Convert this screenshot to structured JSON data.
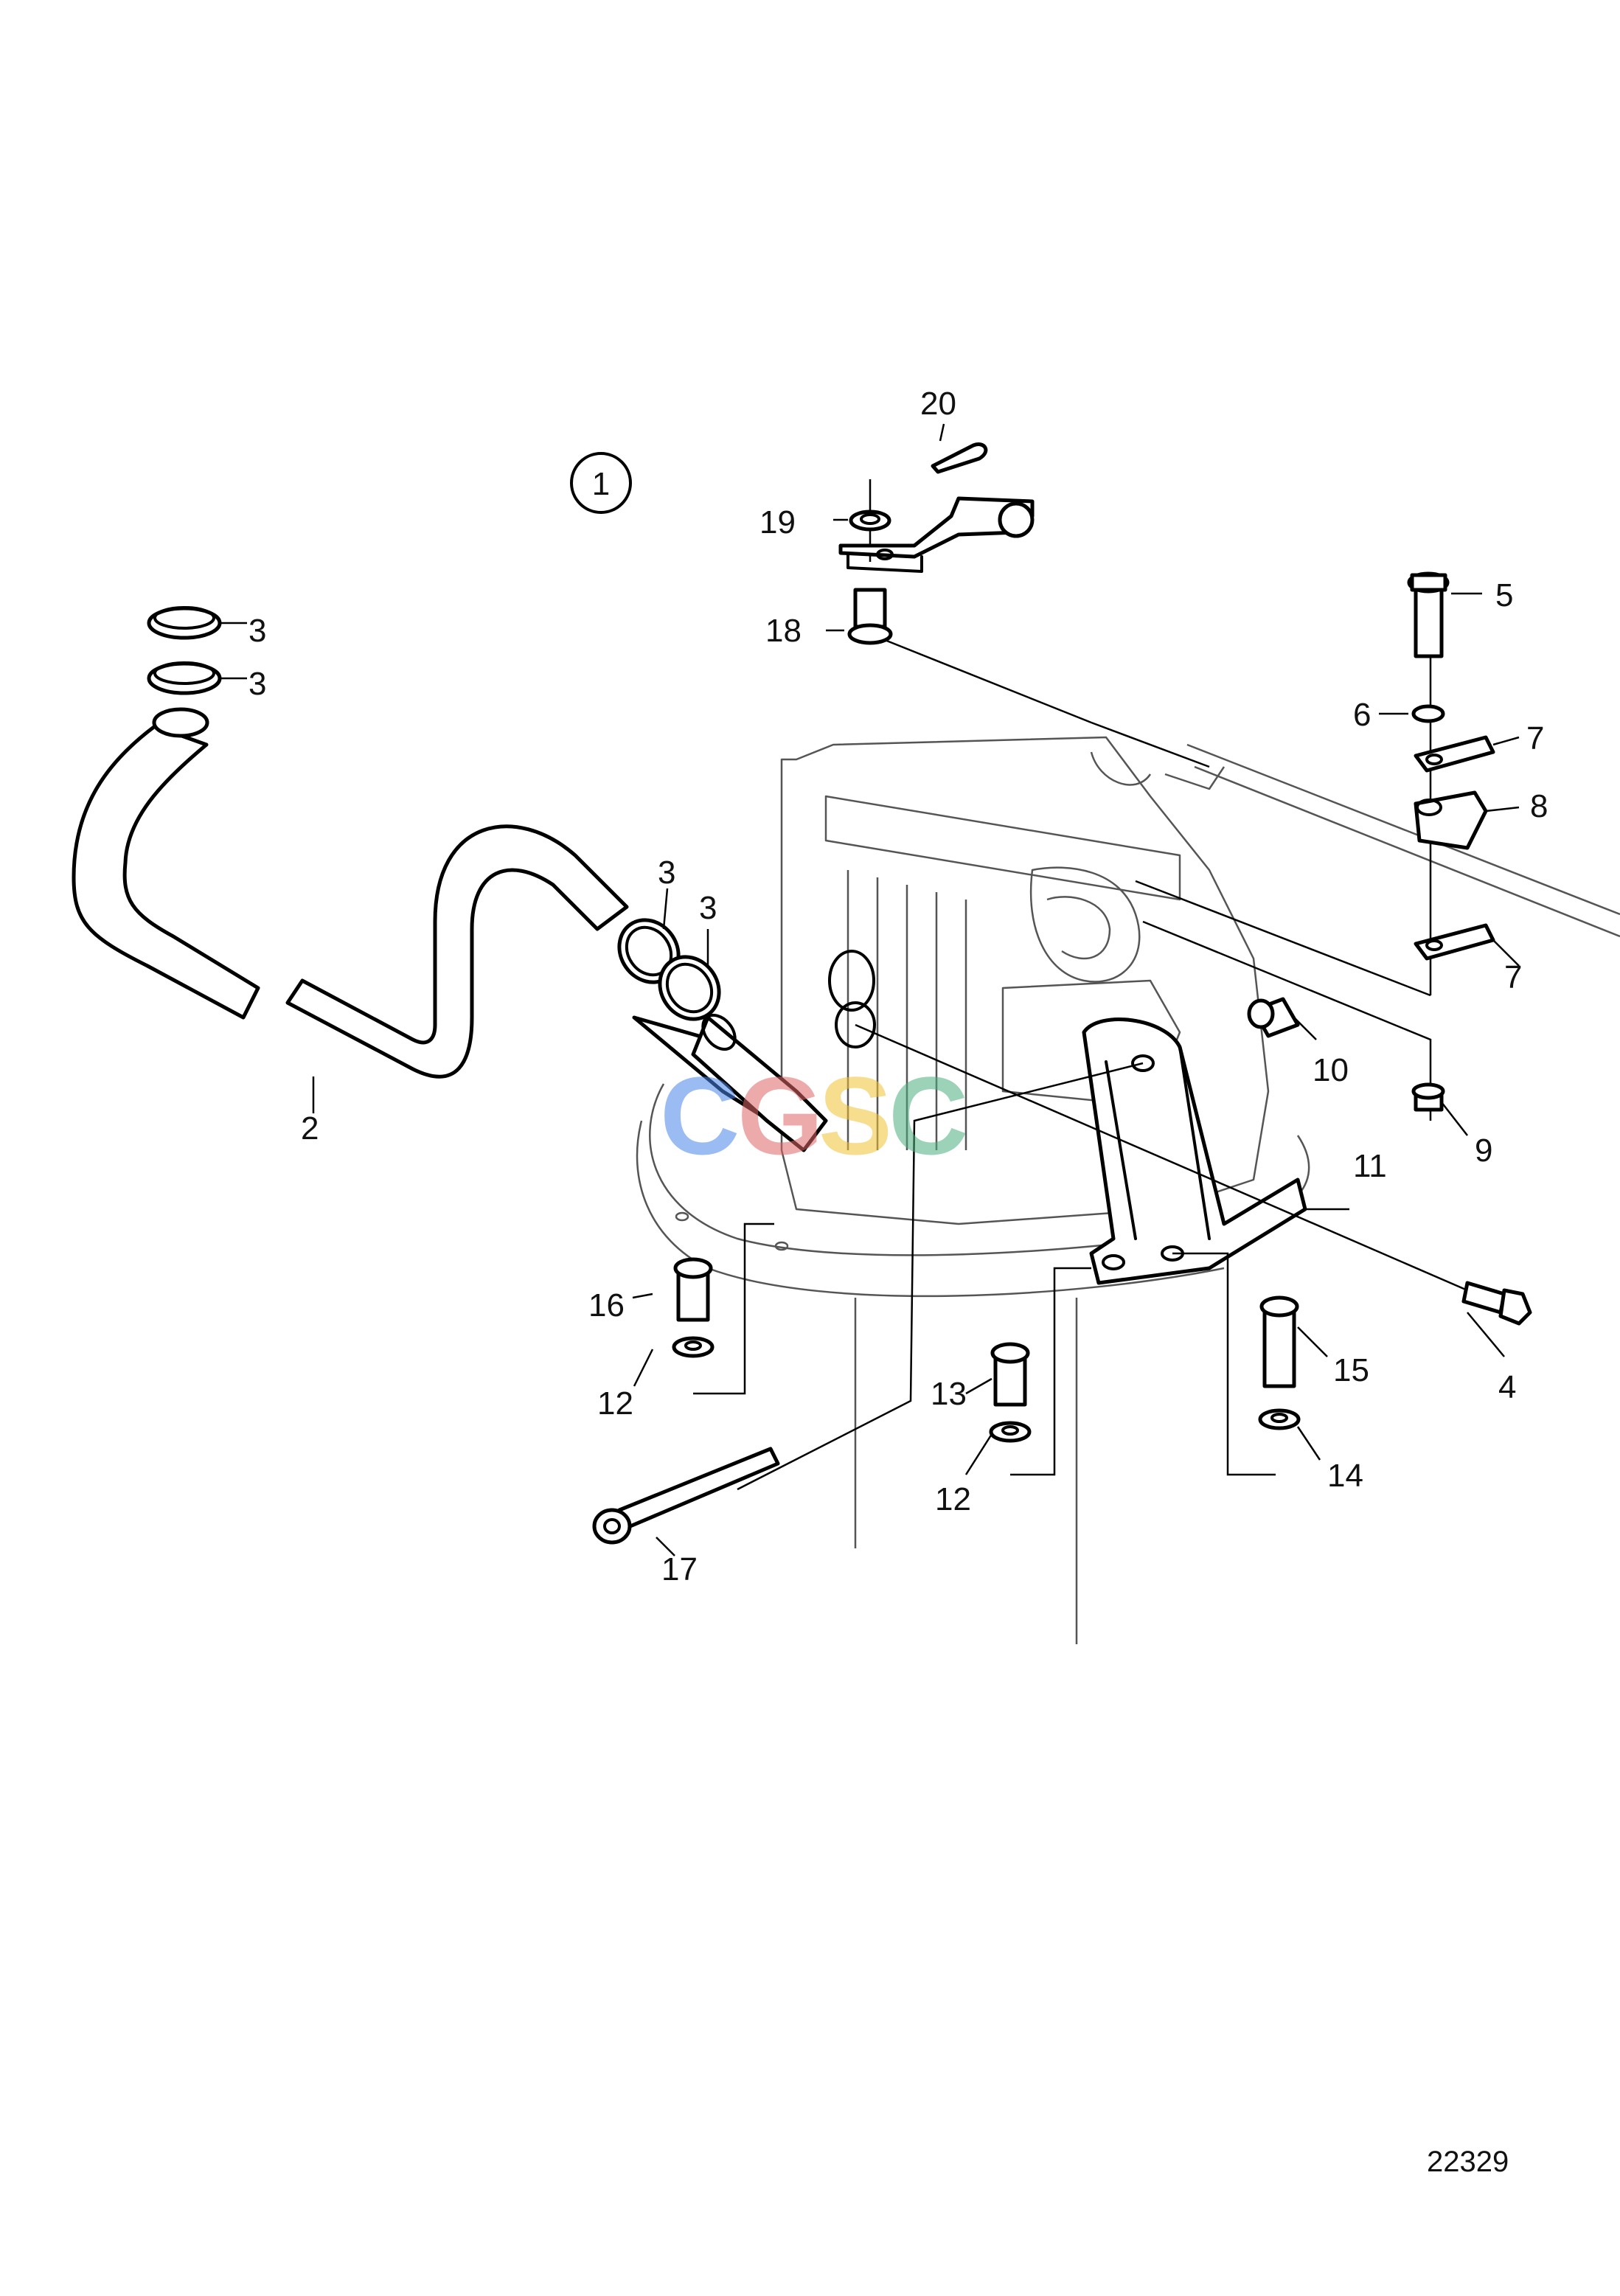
{
  "figure": {
    "view_number": "1",
    "drawing_number": "22329",
    "watermark": [
      "C",
      "G",
      "S",
      "C"
    ],
    "watermark_colors": [
      "#4a86e8",
      "#e06666",
      "#f1c232",
      "#4caf7d"
    ]
  },
  "callouts": {
    "c2": "2",
    "c3a": "3",
    "c3b": "3",
    "c3c": "3",
    "c3d": "3",
    "c4": "4",
    "c5": "5",
    "c6": "6",
    "c7a": "7",
    "c7b": "7",
    "c8": "8",
    "c9": "9",
    "c10": "10",
    "c11": "11",
    "c12a": "12",
    "c12b": "12",
    "c13": "13",
    "c14": "14",
    "c15": "15",
    "c16": "16",
    "c17": "17",
    "c18": "18",
    "c19": "19",
    "c20": "20"
  }
}
